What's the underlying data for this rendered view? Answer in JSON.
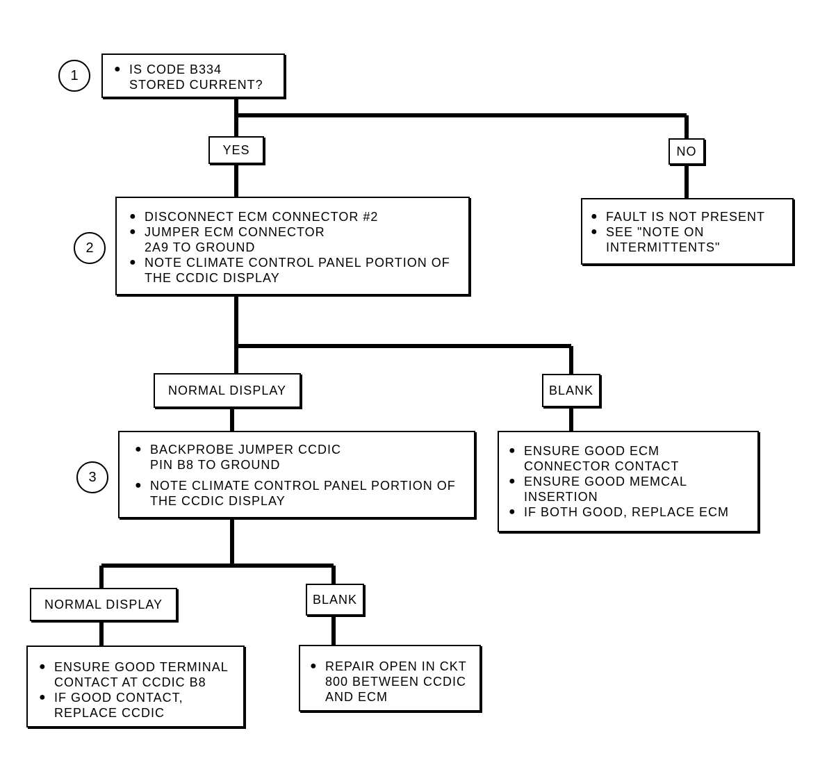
{
  "steps": [
    "1",
    "2",
    "3"
  ],
  "nodes": {
    "q1": [
      "IS CODE B334 STORED CURRENT?"
    ],
    "yes1": "YES",
    "no1": "NO",
    "no_action": [
      "FAULT IS NOT PRESENT",
      "SEE \"NOTE ON INTERMITTENTS\""
    ],
    "step2": [
      "DISCONNECT ECM CONNECTOR #2",
      "JUMPER ECM CONNECTOR 2A9 TO GROUND",
      "NOTE CLIMATE CONTROL PANEL PORTION OF THE CCDIC DISPLAY"
    ],
    "normal2": "NORMAL DISPLAY",
    "blank2": "BLANK",
    "blank2_action": [
      "ENSURE GOOD ECM CONNECTOR CONTACT",
      "ENSURE GOOD MEMCAL INSERTION",
      "IF BOTH GOOD, REPLACE ECM"
    ],
    "step3": [
      "BACKPROBE JUMPER CCDIC PIN B8 TO GROUND",
      "NOTE CLIMATE CONTROL PANEL PORTION OF THE CCDIC DISPLAY"
    ],
    "normal3": "NORMAL DISPLAY",
    "blank3": "BLANK",
    "normal3_action": [
      "ENSURE GOOD TERMINAL CONTACT AT CCDIC B8",
      "IF GOOD CONTACT, REPLACE CCDIC"
    ],
    "blank3_action": [
      "REPAIR OPEN IN CKT 800 BETWEEN CCDIC AND ECM"
    ]
  }
}
